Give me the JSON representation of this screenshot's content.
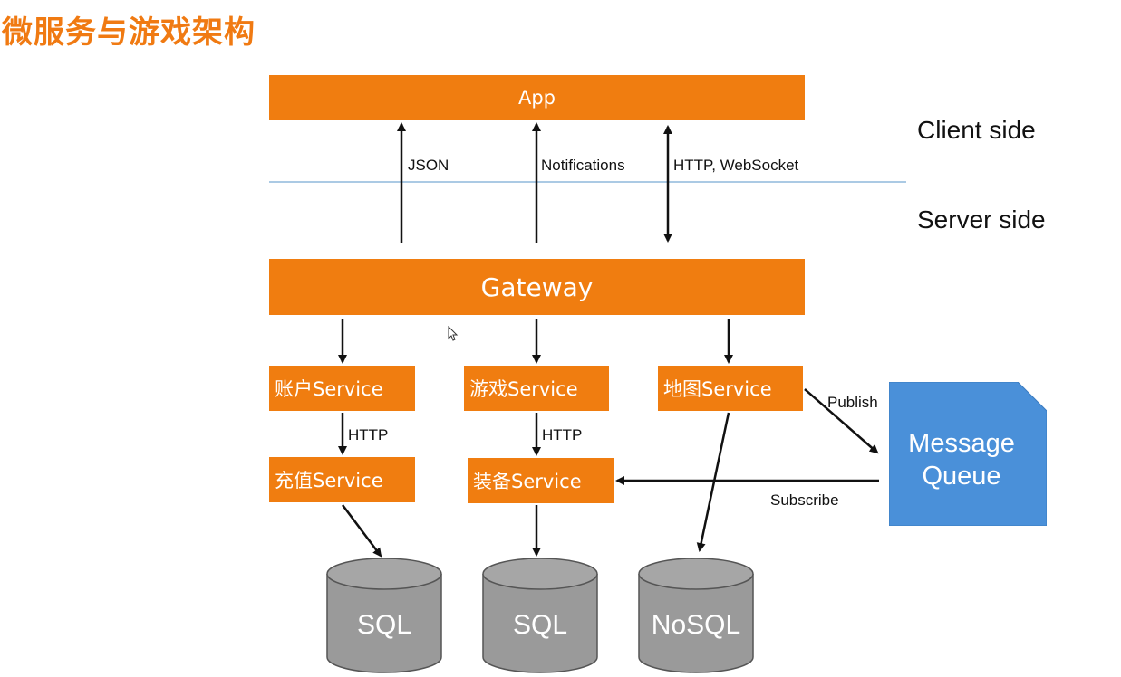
{
  "title": "微服务与游戏架构",
  "client": {
    "app": "App",
    "side_label": "Client side"
  },
  "server": {
    "side_label": "Server side",
    "gateway": "Gateway"
  },
  "edges": {
    "json": "JSON",
    "notifications": "Notifications",
    "http_ws": "HTTP, WebSocket",
    "http_account": "HTTP",
    "http_game": "HTTP",
    "publish": "Publish",
    "subscribe": "Subscribe"
  },
  "services": {
    "account": "账户Service",
    "game": "游戏Service",
    "map": "地图Service",
    "recharge": "充值Service",
    "equipment": "装备Service"
  },
  "message_queue": {
    "line1": "Message",
    "line2": "Queue"
  },
  "databases": {
    "sql1": "SQL",
    "sql2": "SQL",
    "nosql": "NoSQL"
  },
  "colors": {
    "orange": "#f07d10",
    "queue_blue": "#4a90d9",
    "db_gray": "#9a9a9a",
    "divider": "#8fb8dc"
  }
}
